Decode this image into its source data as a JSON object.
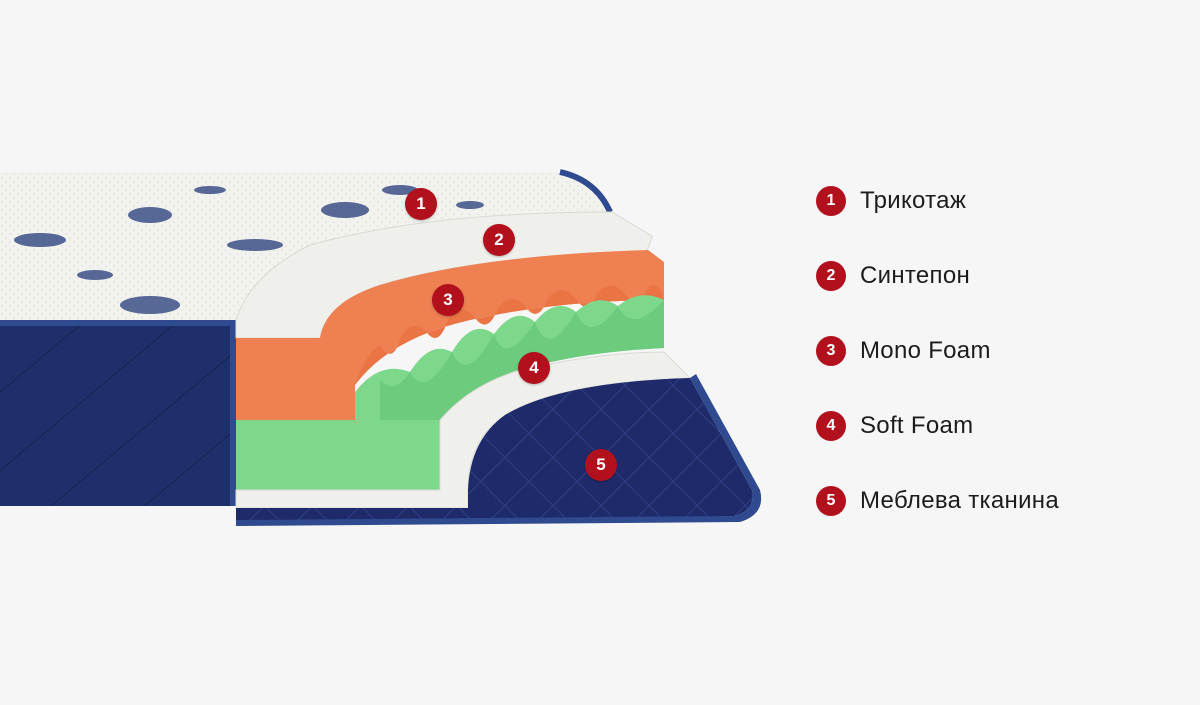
{
  "colors": {
    "background": "#f6f6f6",
    "marker": "#b3101d",
    "knit_top": "#f2f2ee",
    "navy_side": "#1e2f6b",
    "navy_edge": "#2f4a8f",
    "synthetic_layer": "#efefec",
    "mono_foam": "#ee8052",
    "soft_foam": "#7ed88c",
    "furniture_fabric": "#1f2a6a"
  },
  "markers": [
    {
      "num": "1"
    },
    {
      "num": "2"
    },
    {
      "num": "3"
    },
    {
      "num": "4"
    },
    {
      "num": "5"
    }
  ],
  "legend": [
    {
      "num": "1",
      "label": "Трикотаж"
    },
    {
      "num": "2",
      "label": "Синтепон"
    },
    {
      "num": "3",
      "label": "Mono Foam"
    },
    {
      "num": "4",
      "label": "Soft Foam"
    },
    {
      "num": "5",
      "label": "Меблева тканина"
    }
  ]
}
